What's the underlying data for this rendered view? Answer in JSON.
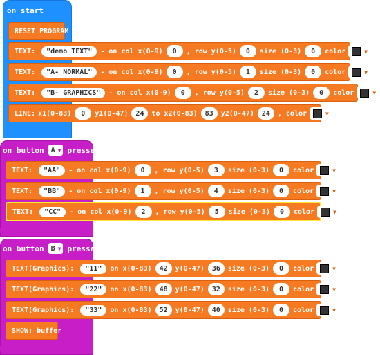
{
  "on_start": {
    "label": "on start",
    "reset": "RESET PROGRAM",
    "rows": [
      {
        "kind": "TEXT:",
        "str": "\"demo TEXT\"",
        "a": "- on col x(0-9)",
        "v1": "0",
        "b": ", row y(0-5)",
        "v2": "0",
        "c": "size (0-3)",
        "v3": "0",
        "d": "color"
      },
      {
        "kind": "TEXT:",
        "str": "\"A- NORMAL\"",
        "a": "- on col x(0-9)",
        "v1": "0",
        "b": ", row y(0-5)",
        "v2": "1",
        "c": "size (0-3)",
        "v3": "0",
        "d": "color"
      },
      {
        "kind": "TEXT:",
        "str": "\"B- GRAPHICS\"",
        "a": "- on col x(0-9)",
        "v1": "0",
        "b": ", row y(0-5)",
        "v2": "2",
        "c": "size (0-3)",
        "v3": "0",
        "d": "color"
      }
    ],
    "line": {
      "kind": "LINE:",
      "a": "x1(0-83)",
      "v1": "0",
      "b": "y1(0-47)",
      "v2": "24",
      "c": "to x2(0-83)",
      "v3": "83",
      "d": "y2(0-47)",
      "v4": "24",
      "e": ", color"
    }
  },
  "on_button_a": {
    "prefix": "on button",
    "button": "A",
    "suffix": "pressed",
    "rows": [
      {
        "kind": "TEXT:",
        "str": "\"AA\"",
        "a": "- on col x(0-9)",
        "v1": "0",
        "b": ", row y(0-5)",
        "v2": "3",
        "c": "size (0-3)",
        "v3": "0",
        "d": "color"
      },
      {
        "kind": "TEXT:",
        "str": "\"BB\"",
        "a": "- on col x(0-9)",
        "v1": "1",
        "b": ", row y(0-5)",
        "v2": "4",
        "c": "size (0-3)",
        "v3": "0",
        "d": "color"
      },
      {
        "kind": "TEXT:",
        "str": "\"CC\"",
        "a": "- on col x(0-9)",
        "v1": "2",
        "b": ", row y(0-5)",
        "v2": "5",
        "c": "size (0-3)",
        "v3": "0",
        "d": "color"
      }
    ]
  },
  "on_button_b": {
    "prefix": "on button",
    "button": "B",
    "suffix": "pressed",
    "rows": [
      {
        "kind": "TEXT(Graphics):",
        "str": "\"11\"",
        "a": "on x(0-83)",
        "v1": "42",
        "b": "y(0-47)",
        "v2": "36",
        "c": "size (0-3)",
        "v3": "0",
        "d": "color"
      },
      {
        "kind": "TEXT(Graphics):",
        "str": "\"22\"",
        "a": "on x(0-83)",
        "v1": "48",
        "b": "y(0-47)",
        "v2": "32",
        "c": "size (0-3)",
        "v3": "0",
        "d": "color"
      },
      {
        "kind": "TEXT(Graphics):",
        "str": "\"33\"",
        "a": "on x(0-83)",
        "v1": "52",
        "b": "y(0-47)",
        "v2": "40",
        "c": "size (0-3)",
        "v3": "0",
        "d": "color"
      }
    ],
    "show": "SHOW: buffer"
  },
  "colors": {
    "swatch": "#333333",
    "blue": "#1e90ff",
    "magenta": "#c81ec8",
    "orange": "#f57a22"
  }
}
